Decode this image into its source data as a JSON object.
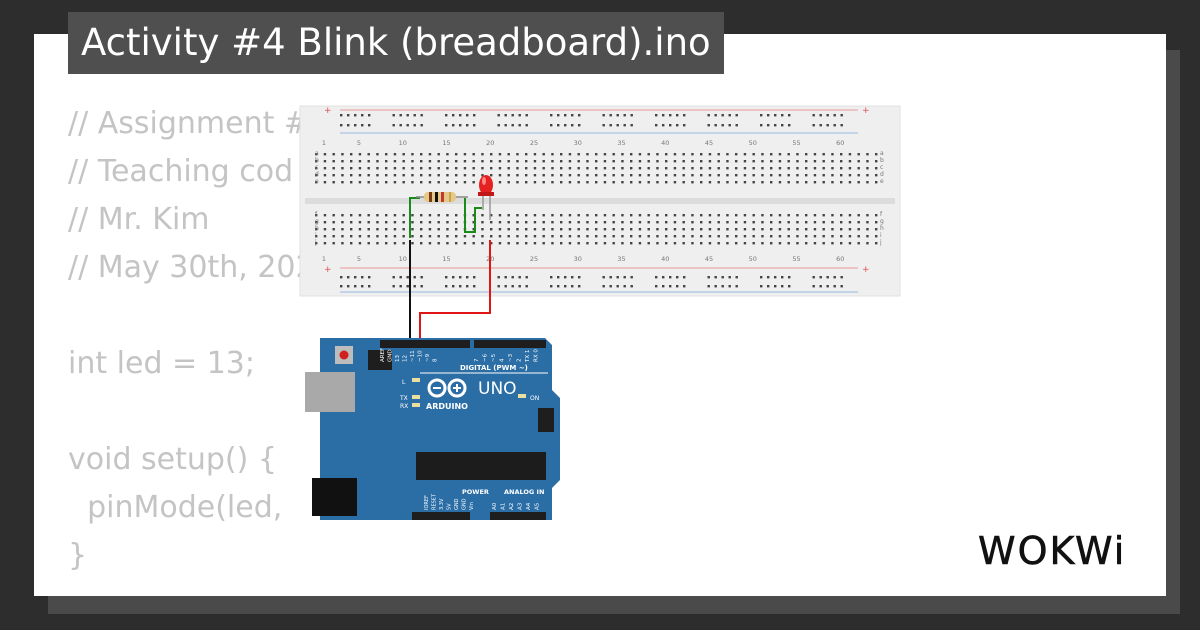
{
  "title": "Activity #4 Blink (breadboard).ino",
  "code_lines": [
    "// Assignment #",
    "// Teaching cod",
    "// Mr. Kim",
    "// May 30th, 202",
    "",
    "int led = 13;",
    "",
    "void setup() {",
    "  pinMode(led,",
    "}"
  ],
  "breadboard": {
    "column_numbers": [
      "1",
      "5",
      "10",
      "15",
      "20",
      "25",
      "30",
      "35",
      "40",
      "45",
      "50",
      "55",
      "60"
    ],
    "row_letters_top": [
      "a",
      "b",
      "c",
      "d",
      "e"
    ],
    "row_letters_bottom": [
      "f",
      "g",
      "h",
      "i",
      "j"
    ],
    "rail_plus": "+"
  },
  "arduino": {
    "model": "UNO",
    "brand": "ARDUINO",
    "digital_label": "DIGITAL (PWM ~)",
    "power_label": "POWER",
    "analog_label": "ANALOG IN",
    "led_l": "L",
    "led_tx": "TX",
    "led_rx": "RX",
    "on_label": "ON",
    "top_pins": [
      "AREF",
      "GND",
      "13",
      "12",
      "~11",
      "~10",
      "~9",
      "8",
      "7",
      "~6",
      "~5",
      "4",
      "~3",
      "2",
      "TX 1",
      "RX 0"
    ],
    "power_pins": [
      "IOREF",
      "RESET",
      "3.3V",
      "5V",
      "GND",
      "GND",
      "Vin"
    ],
    "analog_pins": [
      "A0",
      "A1",
      "A2",
      "A3",
      "A4",
      "A5"
    ]
  },
  "logo": "WOKWi",
  "colors": {
    "background": "#2d2d2d",
    "card": "#ffffff",
    "banner": "#4f4f4f",
    "code_text": "#c4c4c4",
    "board_blue": "#2b6ea6",
    "breadboard": "#efefef",
    "wire_red": "#e01515",
    "wire_black": "#111111",
    "wire_green": "#1a8a1a"
  }
}
